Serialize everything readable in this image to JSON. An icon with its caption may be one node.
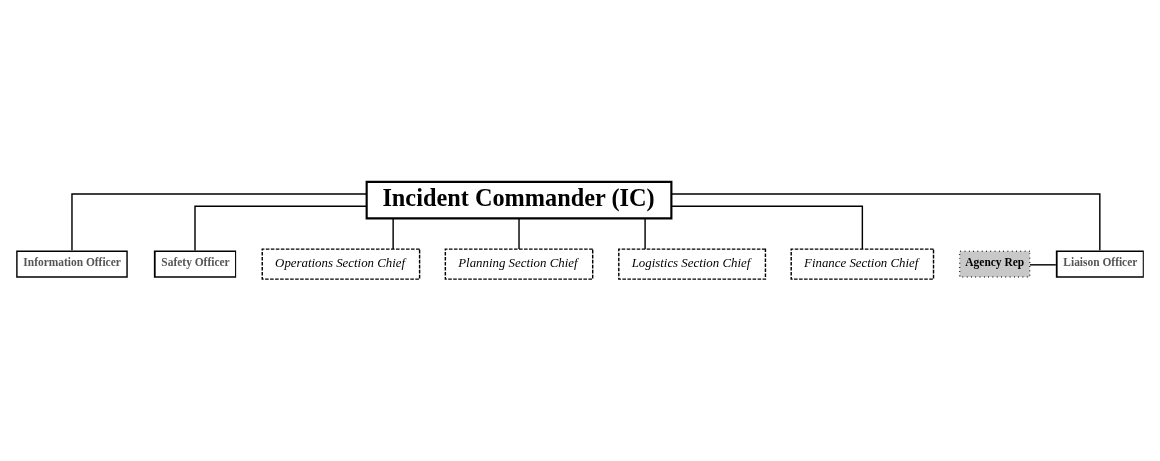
{
  "diagram": {
    "nodes": [
      {
        "text": [
          "Incident Commander (IC)"
        ]
      },
      {
        "text": [
          "Information Officer"
        ]
      },
      {
        "text": [
          "Liaison Officer"
        ]
      },
      {
        "text": [
          "Safety Officer"
        ]
      },
      {
        "text": [
          "Agency Rep"
        ]
      },
      {
        "text": [
          "Operations Section Chief"
        ]
      },
      {
        "text": [
          "Planning Section Chief"
        ]
      },
      {
        "text": [
          "Logistics Section Chief"
        ]
      },
      {
        "text": [
          "Finance Section Chief"
        ]
      }
    ],
    "edges": [
      {
        "from": 0,
        "to": 1,
        "arrow": "none"
      },
      {
        "from": 0,
        "to": 2,
        "arrow": "none"
      },
      {
        "from": 0,
        "to": 3,
        "arrow": "none"
      },
      {
        "from": 4,
        "to": 2,
        "arrow": "none"
      },
      {
        "from": 0,
        "to": 5,
        "arrow": "none"
      },
      {
        "from": 0,
        "to": 6,
        "arrow": "none"
      },
      {
        "from": 0,
        "to": 7,
        "arrow": "none"
      },
      {
        "from": 0,
        "to": 8,
        "arrow": "none"
      }
    ]
  }
}
